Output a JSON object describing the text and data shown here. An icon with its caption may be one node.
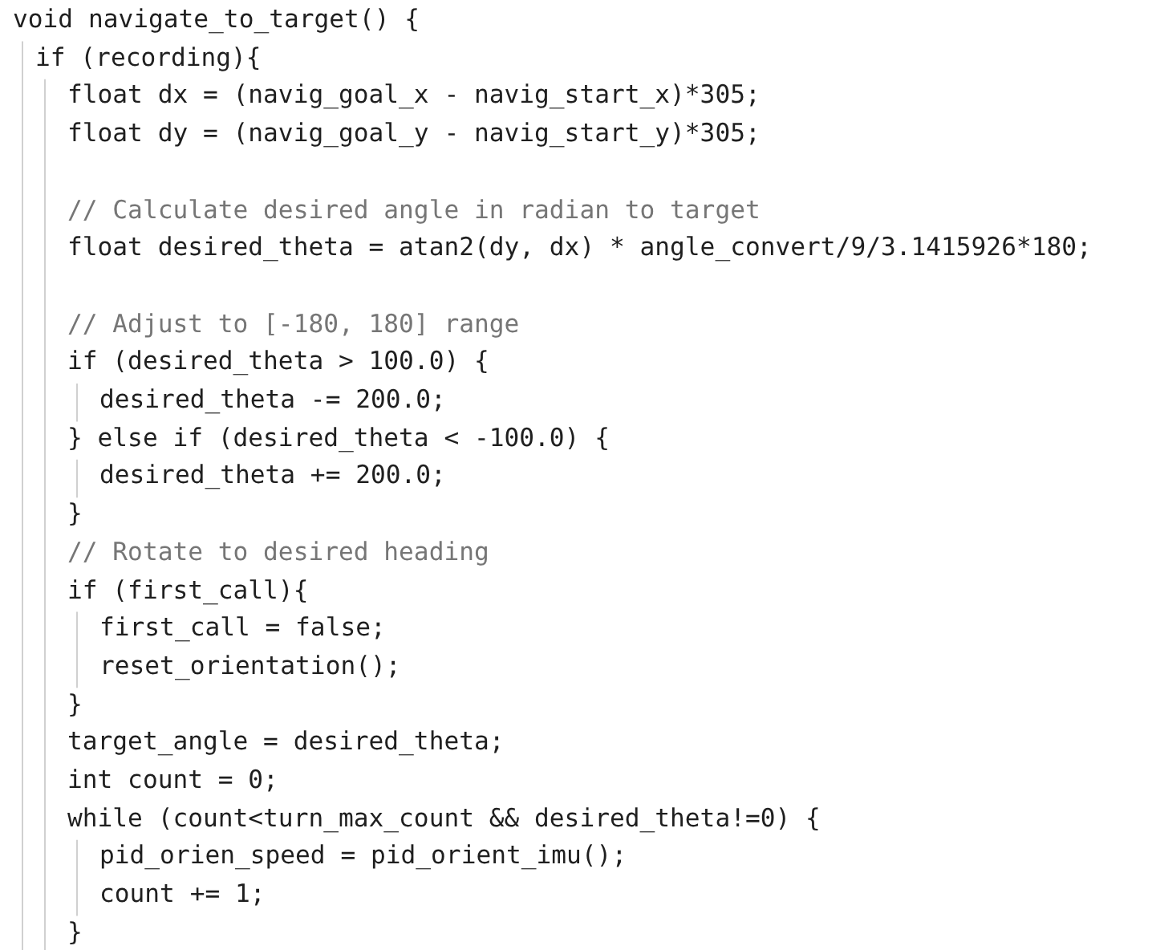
{
  "diagram": {
    "labels": [
      "void navigate_to_target() {",
      "if (recording){",
      "float dx = (navig_goal_x - navig_start_x)*305;",
      "float dy = (navig_goal_y - navig_start_y)*305;",
      "// Calculate desired angle in radian to target",
      "float desired_theta = atan2(dy, dx) * angle_convert/9/3.1415926*180;",
      "// Adjust to [-180, 180] range",
      "if (desired_theta > 100.0) {",
      "desired_theta -= 200.0;",
      "} else if (desired_theta < -100.0) {",
      "desired_theta += 200.0;",
      "}",
      "// Rotate to desired heading",
      "if (first_call){",
      "first_call = false;",
      "reset_orientation();",
      "}",
      "target_angle = desired_theta;",
      "int count = 0;",
      "while (count<turn_max_count && desired_theta!=0) {",
      "pid_orien_speed = pid_orient_imu();",
      "count += 1;",
      "}"
    ]
  }
}
